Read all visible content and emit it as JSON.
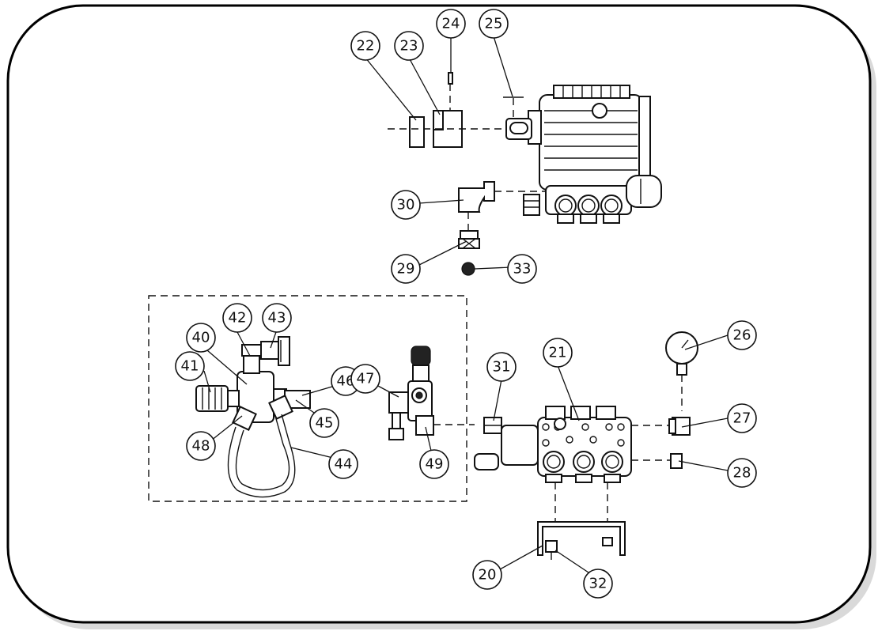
{
  "callouts": {
    "c20": "20",
    "c21": "21",
    "c22": "22",
    "c23": "23",
    "c24": "24",
    "c25": "25",
    "c26": "26",
    "c27": "27",
    "c28": "28",
    "c29": "29",
    "c30": "30",
    "c31": "31",
    "c32": "32",
    "c33": "33",
    "c40": "40",
    "c41": "41",
    "c42": "42",
    "c43": "43",
    "c44": "44",
    "c45": "45",
    "c46": "46",
    "c47": "47",
    "c48": "48",
    "c49": "49"
  }
}
